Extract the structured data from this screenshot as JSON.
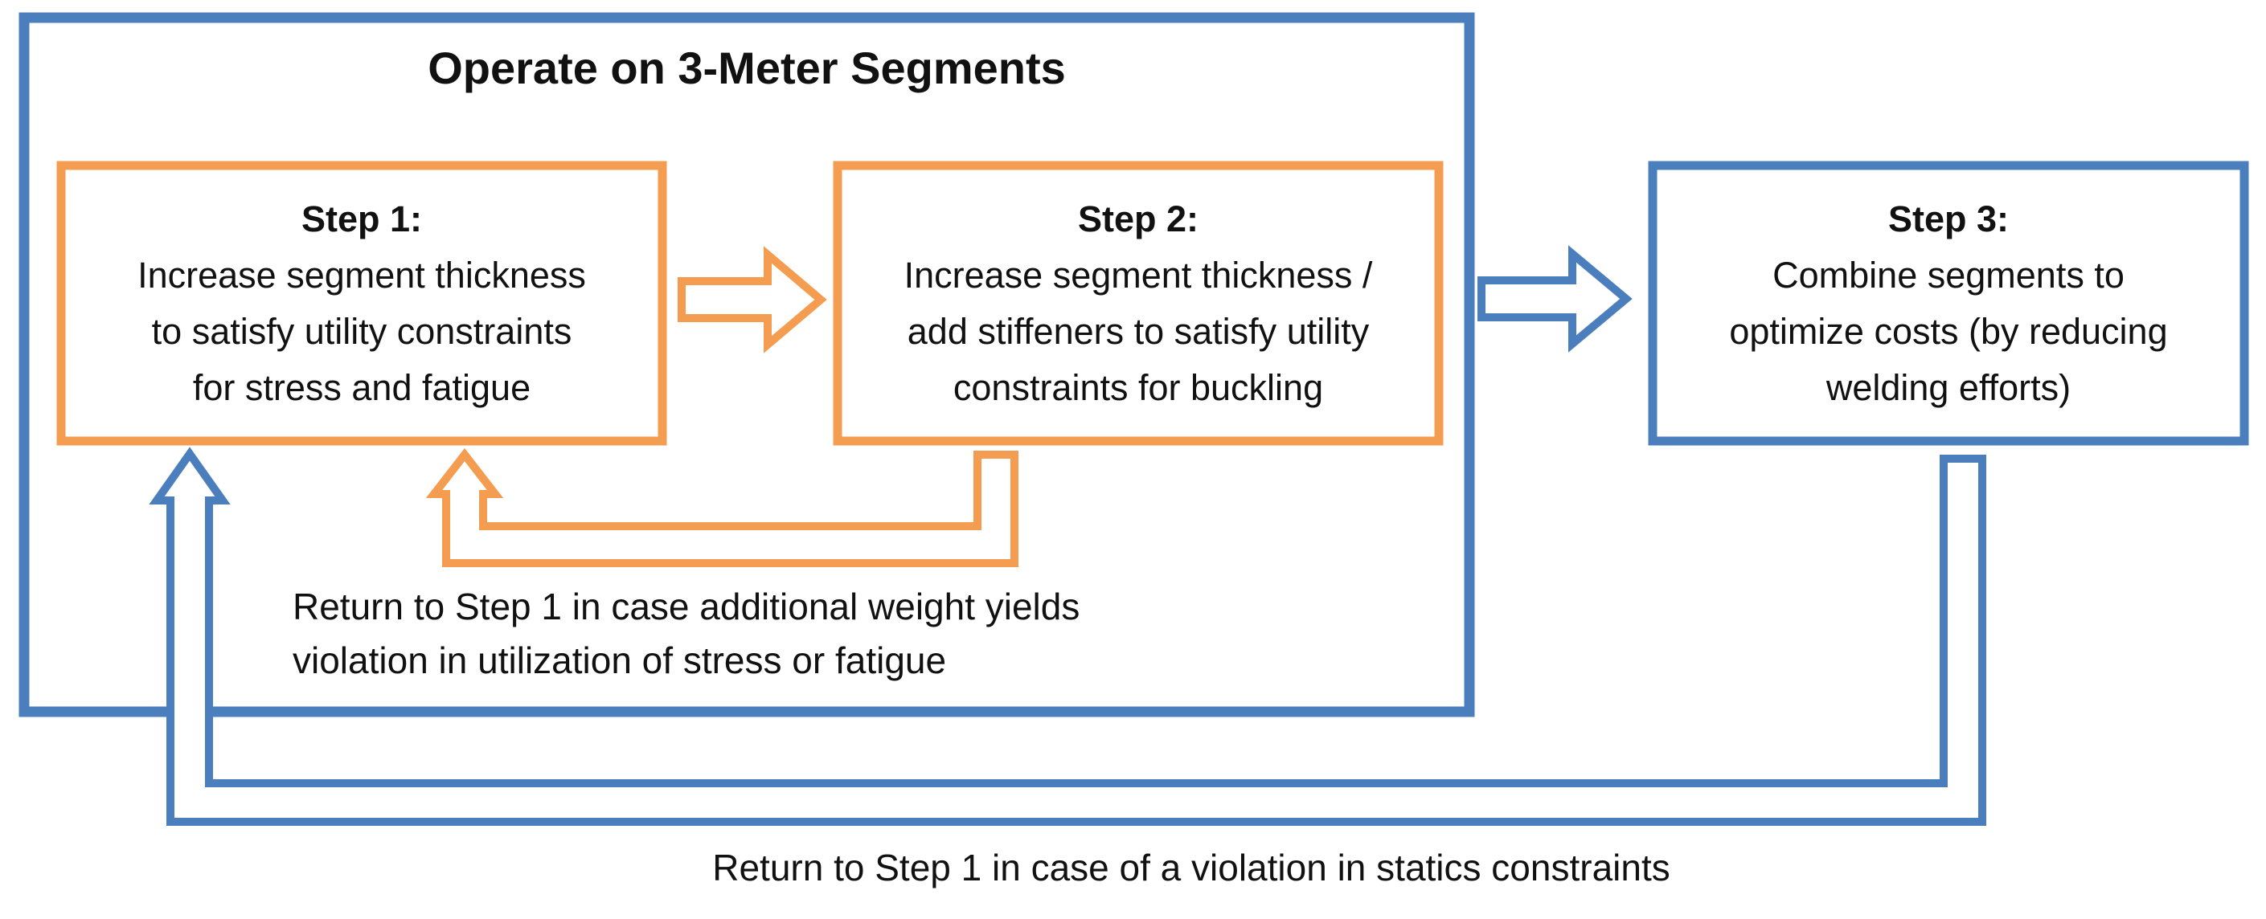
{
  "colors": {
    "blue": "#4a7ebc",
    "orange": "#f49c50",
    "text": "#111111",
    "box_fill": "#ffffff"
  },
  "container": {
    "title": "Operate on 3-Meter Segments"
  },
  "steps": [
    {
      "label": "Step 1:",
      "lines": [
        "Increase segment thickness",
        "to satisfy utility constraints",
        "for stress and fatigue"
      ]
    },
    {
      "label": "Step 2:",
      "lines": [
        "Increase segment thickness /",
        "add stiffeners to satisfy utility",
        "constraints for buckling"
      ]
    },
    {
      "label": "Step 3:",
      "lines": [
        "Combine segments to",
        "optimize costs (by reducing",
        "welding efforts)"
      ]
    }
  ],
  "notes": {
    "step2_return": {
      "lines": [
        "Return to Step 1 in case additional weight yields",
        "violation in utilization of stress or fatigue"
      ]
    },
    "step3_return": "Return to Step 1 in case of a violation in statics constraints"
  }
}
